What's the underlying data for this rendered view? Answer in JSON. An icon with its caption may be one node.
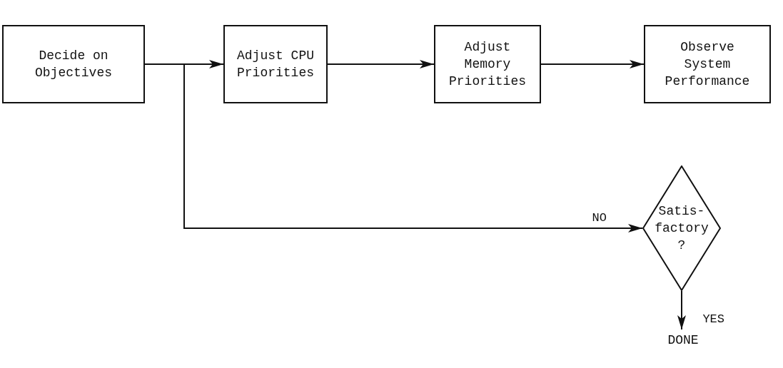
{
  "diagram": {
    "nodes": [
      {
        "text": [
          "Decide on Objectives"
        ]
      },
      {
        "text": [
          "Adjust CPU Priorities"
        ]
      },
      {
        "text": [
          "Adjust Memory Priorities"
        ]
      },
      {
        "text": [
          "Observe System Performance"
        ]
      },
      {
        "text": [
          "Satis- factory ?"
        ]
      },
      {
        "text": [
          "DONE"
        ]
      }
    ],
    "edges": [
      {
        "from": 0,
        "to": 1,
        "arrow": "to"
      },
      {
        "from": 1,
        "to": 2,
        "arrow": "to"
      },
      {
        "from": 2,
        "to": 3,
        "arrow": "to"
      },
      {
        "from": 0,
        "to": 4,
        "arrow": "to",
        "label": "NO"
      },
      {
        "from": 4,
        "to": 5,
        "arrow": "to",
        "label": "YES"
      }
    ]
  }
}
